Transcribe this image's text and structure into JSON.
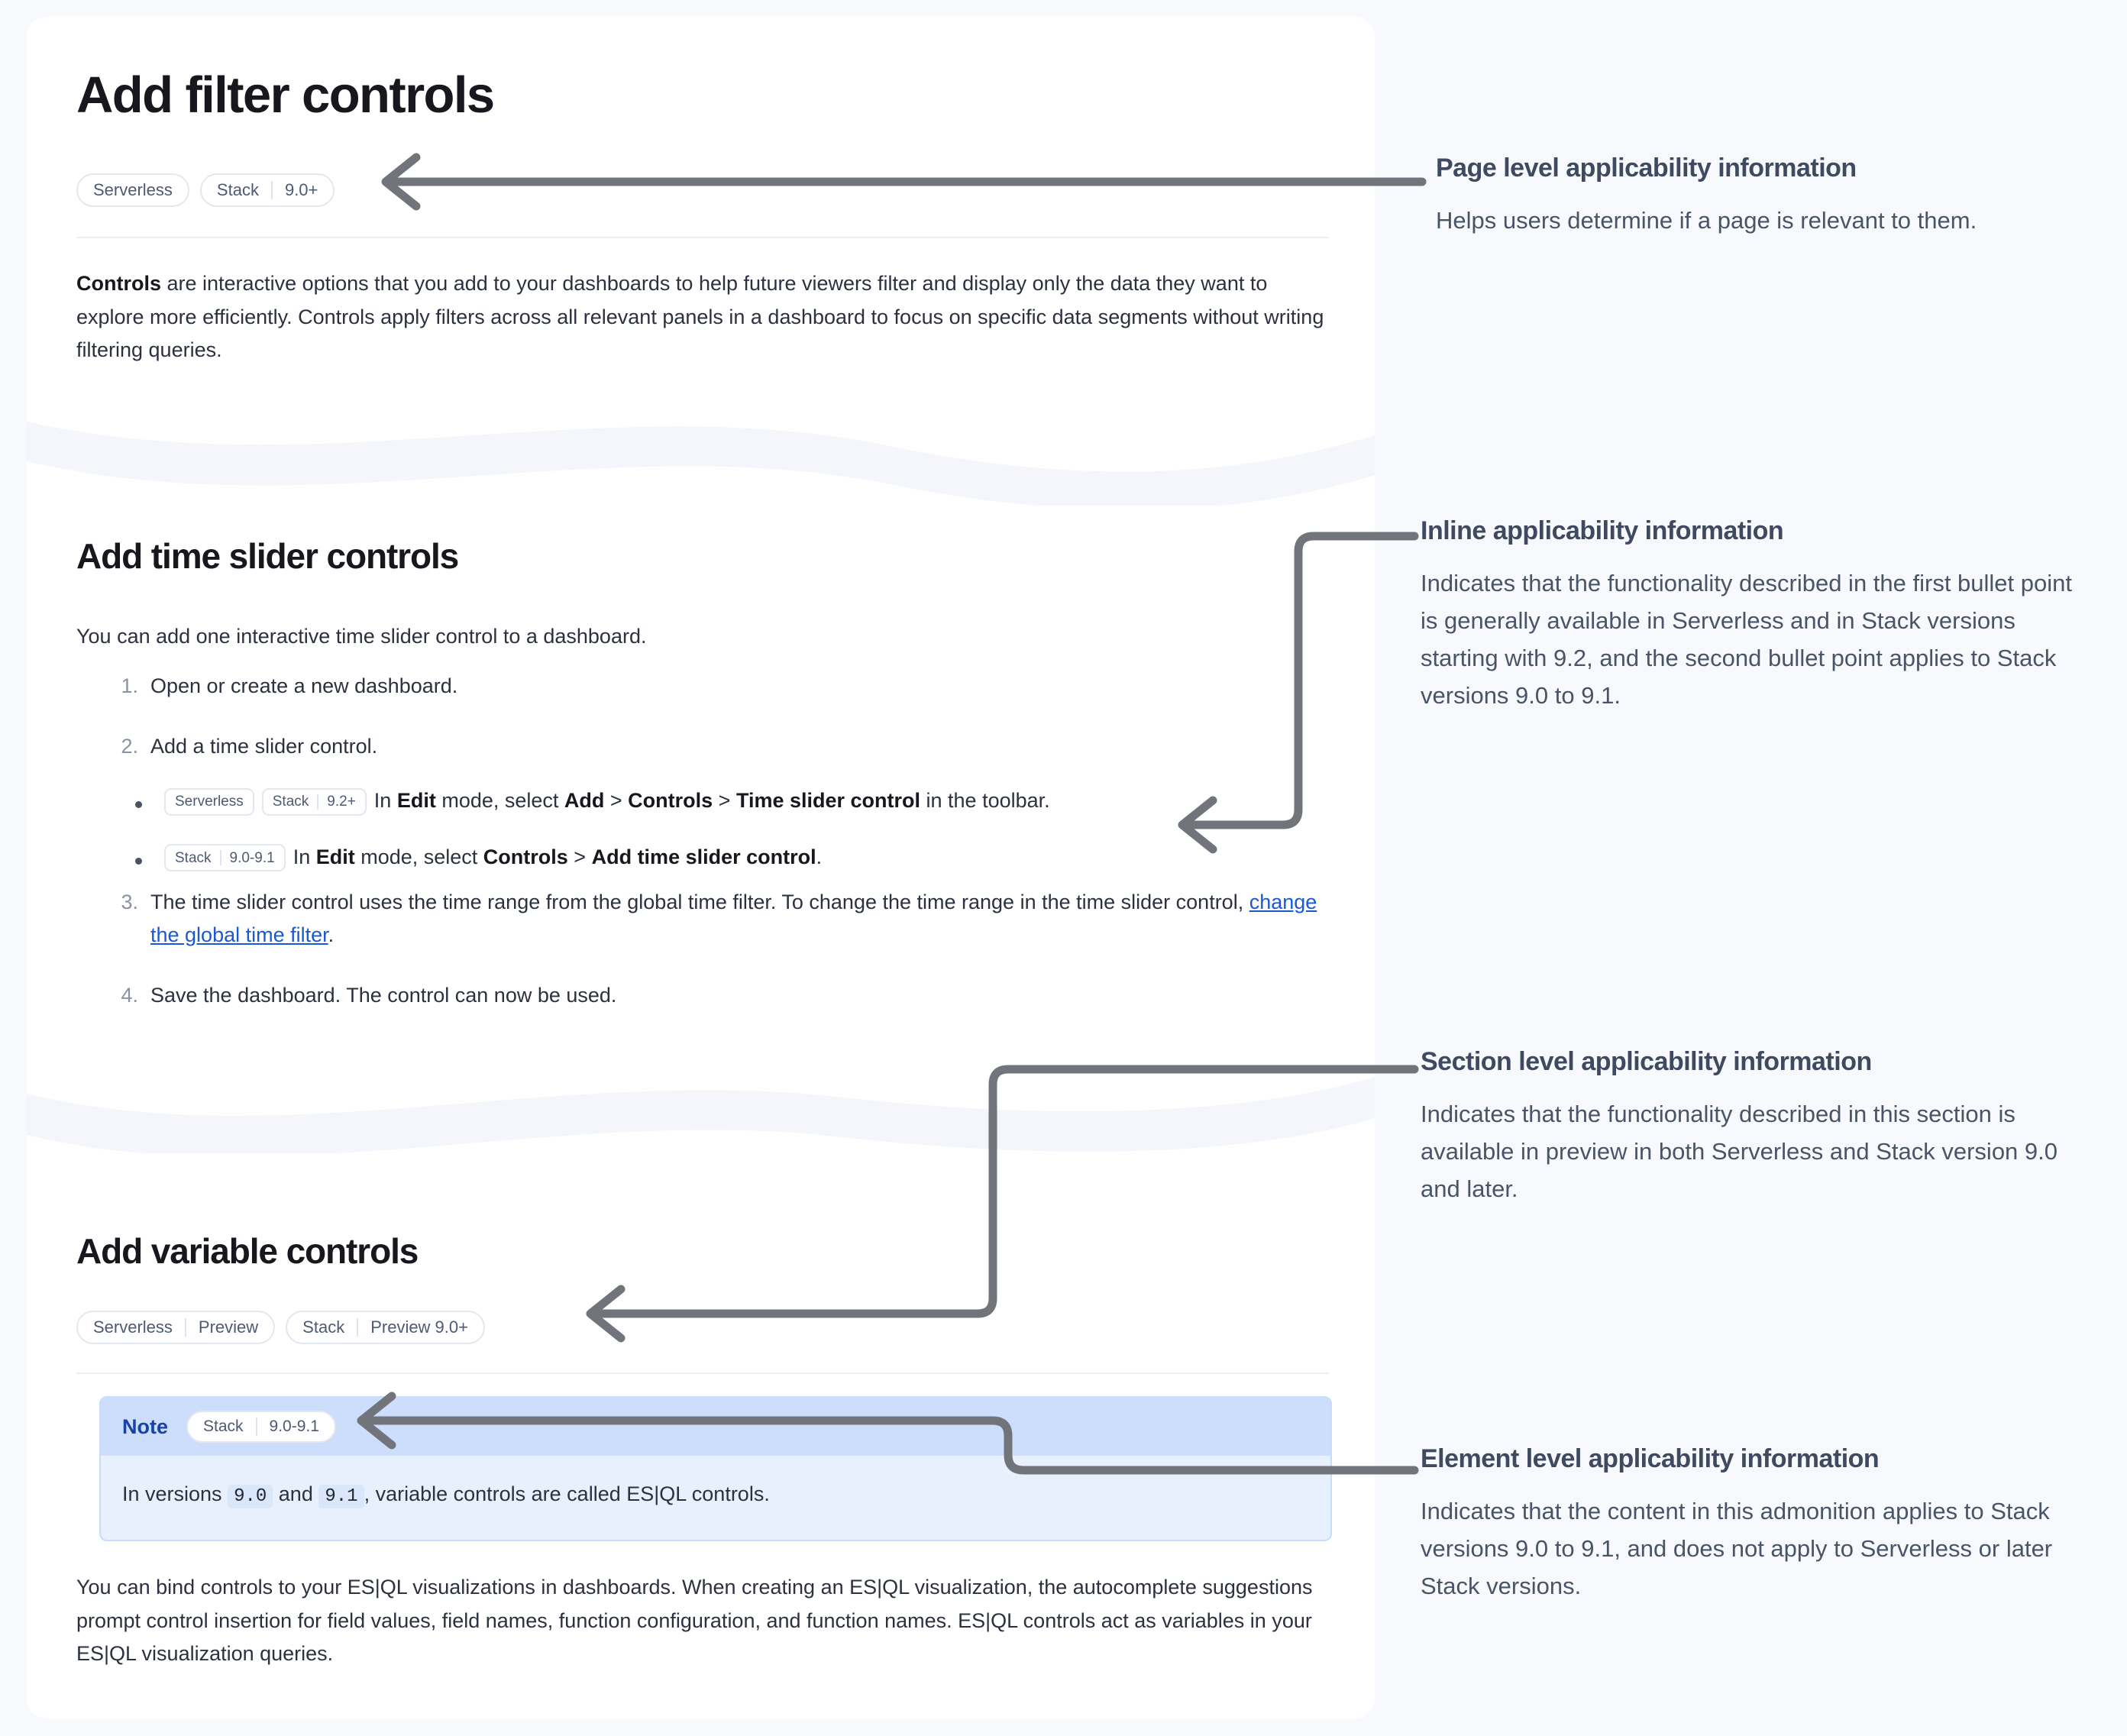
{
  "doc": {
    "page_title": "Add filter controls",
    "page_badges": [
      {
        "name": "Serverless"
      },
      {
        "name": "Stack",
        "value": "9.0+"
      }
    ],
    "intro": {
      "lead": "Controls",
      "rest": " are interactive options that you add to your dashboards to help future viewers filter and display only the data they want to explore more efficiently. Controls apply filters across all relevant panels in a dashboard to focus on specific data segments without writing filtering queries."
    },
    "section_time": {
      "heading": "Add time slider controls",
      "lead": "You can add one interactive time slider control to a dashboard.",
      "steps": [
        {
          "num": "1.",
          "text": "Open or create a new dashboard."
        },
        {
          "num": "2.",
          "text": "Add a time slider control."
        },
        {
          "num": "3.",
          "pre": "The time slider control uses the time range from the global time filter. To change the time range in the time slider control, ",
          "link": "change the global time filter",
          "post": "."
        },
        {
          "num": "4.",
          "text": "Save the dashboard. The control can now be used."
        }
      ],
      "bullets": [
        {
          "badges": [
            {
              "name": "Serverless"
            },
            {
              "name": "Stack",
              "value": "9.2+"
            }
          ],
          "parts": [
            {
              "t": "In ",
              "b": false
            },
            {
              "t": "Edit",
              "b": true
            },
            {
              "t": " mode, select ",
              "b": false
            },
            {
              "t": "Add",
              "b": true
            },
            {
              "t": " > ",
              "b": false
            },
            {
              "t": "Controls",
              "b": true
            },
            {
              "t": " > ",
              "b": false
            },
            {
              "t": "Time slider control",
              "b": true
            },
            {
              "t": " in the toolbar.",
              "b": false
            }
          ]
        },
        {
          "badges": [
            {
              "name": "Stack",
              "value": "9.0-9.1"
            }
          ],
          "parts": [
            {
              "t": "In ",
              "b": false
            },
            {
              "t": "Edit",
              "b": true
            },
            {
              "t": " mode, select ",
              "b": false
            },
            {
              "t": "Controls",
              "b": true
            },
            {
              "t": " > ",
              "b": false
            },
            {
              "t": "Add time slider control",
              "b": true
            },
            {
              "t": ".",
              "b": false
            }
          ]
        }
      ]
    },
    "section_variable": {
      "heading": "Add variable controls",
      "badges": [
        {
          "name": "Serverless",
          "value": "Preview"
        },
        {
          "name": "Stack",
          "value": "Preview 9.0+"
        }
      ],
      "note": {
        "label": "Note",
        "badges": [
          {
            "name": "Stack",
            "value": "9.0-9.1"
          }
        ],
        "body_before": "In versions ",
        "code_1": "9.0",
        "body_mid": " and ",
        "code_2": "9.1",
        "body_after": ", variable controls are called ES|QL controls."
      },
      "paragraph": "You can bind controls to your ES|QL visualizations in dashboards. When creating an ES|QL visualization, the autocomplete suggestions prompt control insertion for field values, field names, function configuration, and function names. ES|QL controls act as variables in your ES|QL visualization queries."
    }
  },
  "annotations": [
    {
      "id": "page",
      "title": "Page level applicability information",
      "text": "Helps users determine if a page is relevant to them."
    },
    {
      "id": "inline",
      "title": "Inline applicability information",
      "text": "Indicates that the functionality described in the first bullet point is generally available in Serverless and in Stack versions starting with 9.2, and the second bullet point applies to Stack versions 9.0 to 9.1."
    },
    {
      "id": "section",
      "title": "Section level applicability information",
      "text": "Indicates that the functionality described in this section is available in preview in both Serverless and Stack version 9.0 and later."
    },
    {
      "id": "element",
      "title": "Element level applicability information",
      "text": "Indicates that the content in this admonition applies to Stack versions 9.0 to 9.1, and does not apply to Serverless or later Stack versions."
    }
  ],
  "colors": {
    "page_background": "#f7f9fc",
    "card_background": "#ffffff",
    "badge_border": "#e3e7f0",
    "badge_text": "#4e5a73",
    "link": "#1a58d6",
    "note_header": "#ccdefb",
    "note_body": "#e8f0fe",
    "note_border": "#c9dcfb",
    "note_label": "#1742a8",
    "annotation_title": "#3f4a61",
    "annotation_text": "#4a5468",
    "connector": "#71757b"
  }
}
